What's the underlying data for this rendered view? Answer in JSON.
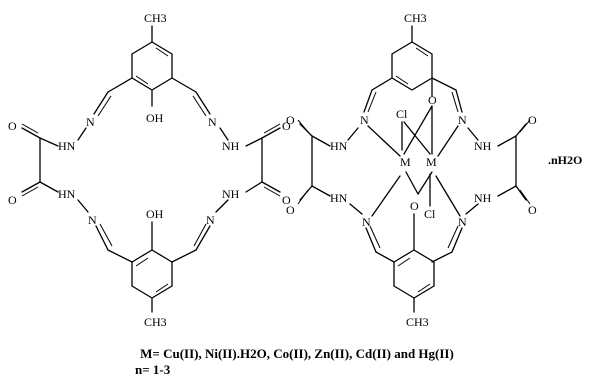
{
  "figure": {
    "ligand": {
      "methyl_top": "CH3",
      "methyl_bottom": "CH3",
      "hydroxyl_top": "OH",
      "hydroxyl_bottom": "OH",
      "amide_nh": "HN",
      "amide_nh_r": "NH",
      "oxygen": "O",
      "imine_n": "N"
    },
    "complex": {
      "metal": "M",
      "chloride": "Cl",
      "phenoxo_o": "O",
      "hydrate_label": ".nH2O",
      "oxygen": "O",
      "imine_n": "N",
      "amide_nh": "HN",
      "amide_nh_r": "NH",
      "methyl_top": "CH3",
      "methyl_bottom": "CH3"
    },
    "caption_metals": "M= Cu(II), Ni(II).H2O, Co(II), Zn(II), Cd(II) and Hg(II)",
    "caption_n": "n= 1-3"
  }
}
